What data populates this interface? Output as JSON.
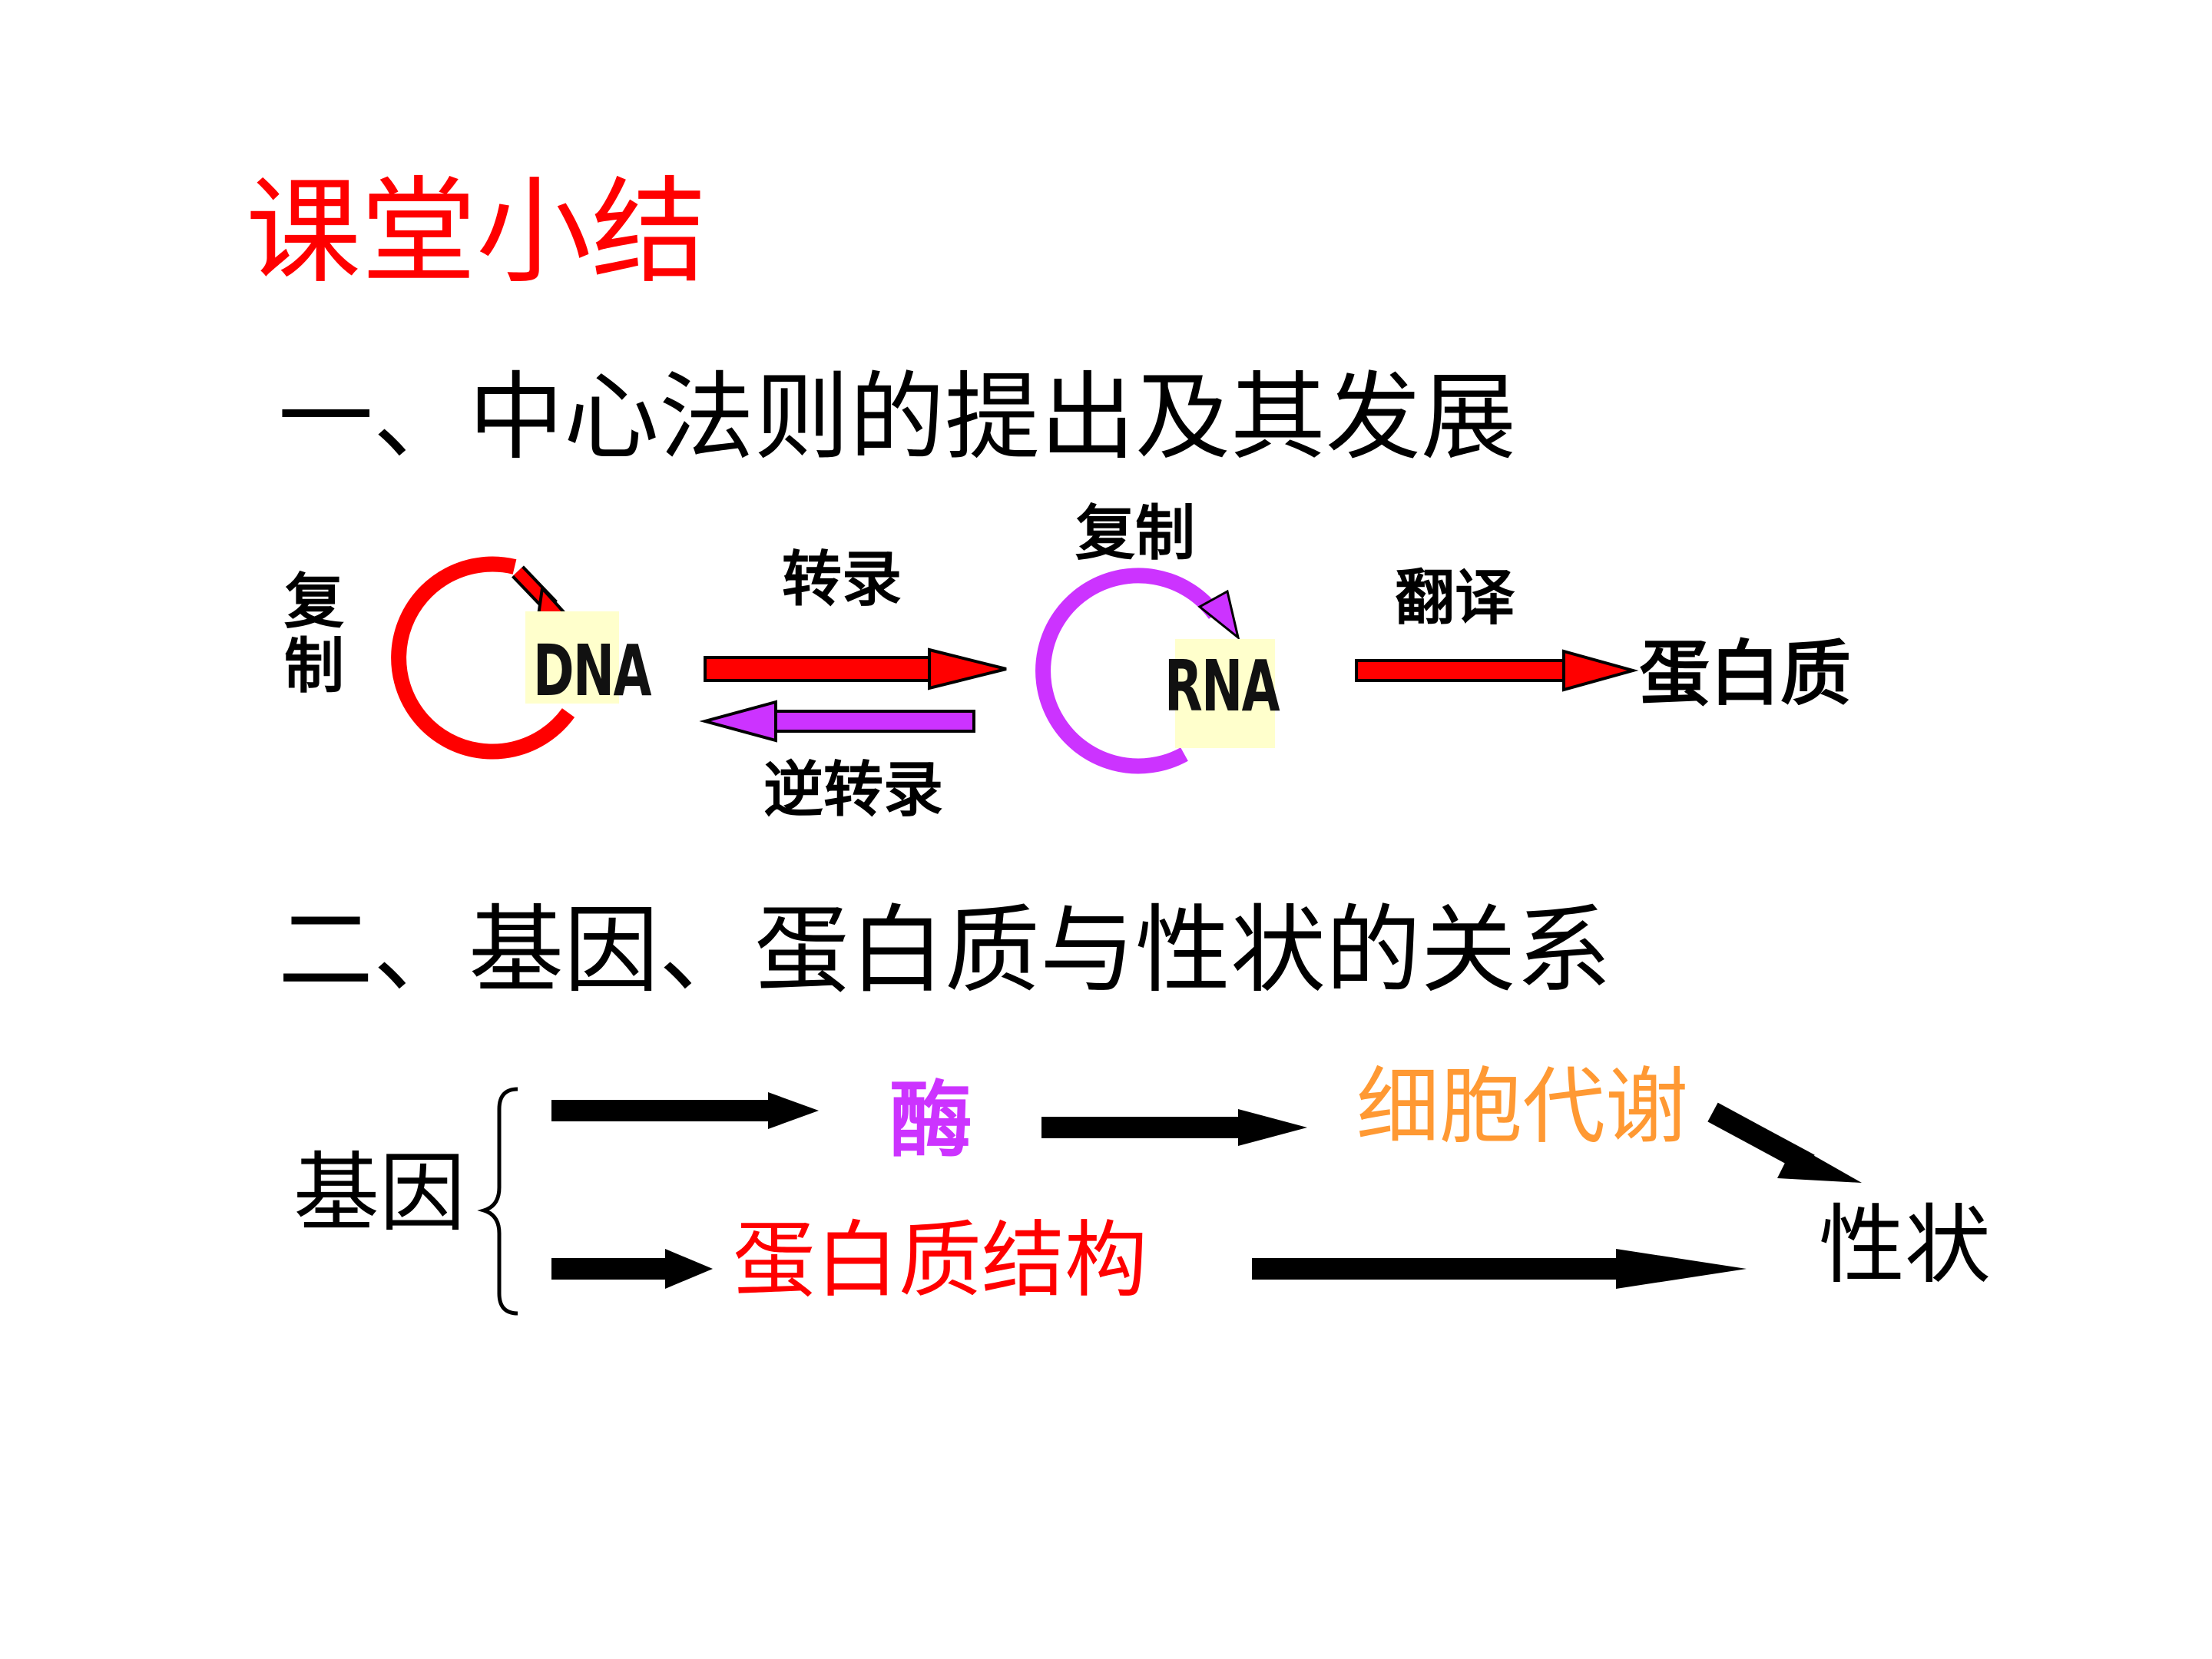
{
  "title": "课堂小结",
  "section1": {
    "heading": "一、中心法则的提出及其发展",
    "dna_replication_label": [
      "复",
      "制"
    ],
    "dna": "DNA",
    "transcription": "转录",
    "reverse_transcription": "逆转录",
    "rna_replication_label": "复制",
    "rna": "RNA",
    "translation": "翻译",
    "protein": "蛋白质"
  },
  "section2": {
    "heading": "二、基因、蛋白质与性状的关系",
    "gene": "基因",
    "enzyme": "酶",
    "cell_metabolism": "细胞代谢",
    "protein_structure": "蛋白质结构",
    "trait": "性状"
  },
  "colors": {
    "title": "#ff0000",
    "dna_cycle": "#ff0000",
    "rna_cycle": "#cc33ff",
    "enzyme": "#cc33ff",
    "cell_metabolism": "#ff9933",
    "protein_structure": "#ff0000",
    "label_box": "#ffffcc"
  }
}
